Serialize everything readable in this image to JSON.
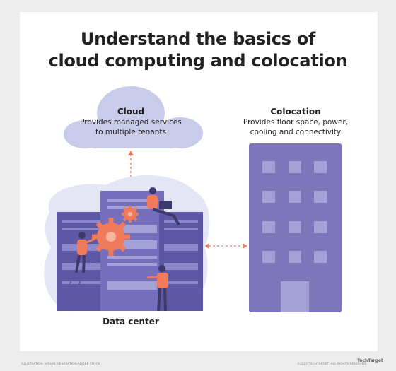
{
  "title": {
    "line1": "Understand the basics of",
    "line2": "cloud computing and colocation"
  },
  "cloud": {
    "heading": "Cloud",
    "line1": "Provides managed services",
    "line2": "to multiple tenants"
  },
  "colocation": {
    "heading": "Colocation",
    "line1": "Provides floor space, power,",
    "line2": "cooling and connectivity"
  },
  "data_center": {
    "label": "Data center"
  },
  "footer": {
    "credit": "ILLUSTRATION: VISUAL GENERATION/ADOBE STOCK",
    "copyright": "©2022 TECHTARGET. ALL RIGHTS RESERVED.",
    "brand": "TechTarget"
  },
  "colors": {
    "cloud": "#c9cbeb",
    "building": "#7d76bb",
    "window": "#a4a1d6",
    "server_dark": "#5e58a4",
    "server_mid": "#746ebd",
    "accent": "#ef7a5c",
    "blob": "#e4e6f5"
  }
}
